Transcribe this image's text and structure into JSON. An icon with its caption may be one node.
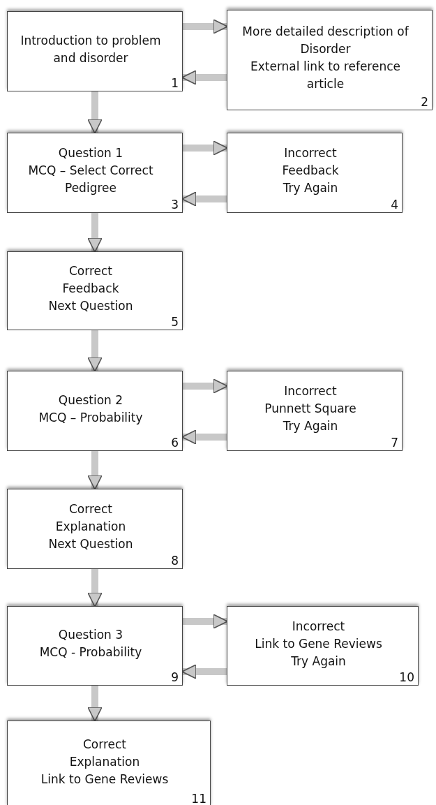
{
  "diagram": {
    "nodes": [
      {
        "text": [
          "Introduction to problem and disorder",
          "1"
        ]
      },
      {
        "text": [
          "More detailed description of Disorder",
          "External link to reference article",
          "2"
        ]
      },
      {
        "text": [
          "Question 1",
          "MCQ – Select Correct Pedigree",
          "3"
        ]
      },
      {
        "text": [
          "Incorrect",
          "Feedback",
          "Try Again",
          "4"
        ]
      },
      {
        "text": [
          "Correct",
          "Feedback",
          "Next Question",
          "5"
        ]
      },
      {
        "text": [
          "Question 2",
          "MCQ – Probability",
          "6"
        ]
      },
      {
        "text": [
          "Incorrect",
          "Punnett Square",
          "Try Again",
          "7"
        ]
      },
      {
        "text": [
          "Correct",
          "Explanation",
          "Next Question",
          "8"
        ]
      },
      {
        "text": [
          "Question 3",
          "MCQ - Probability",
          "9"
        ]
      },
      {
        "text": [
          "Incorrect",
          "Link to Gene Reviews",
          "Try Again",
          "10"
        ]
      },
      {
        "text": [
          "Correct",
          "Explanation",
          "Link to Gene Reviews",
          "11"
        ]
      }
    ],
    "edges": [
      {
        "from": 0,
        "to": 1,
        "arrow": "to"
      },
      {
        "from": 1,
        "to": 0,
        "arrow": "to"
      },
      {
        "from": 0,
        "to": 2,
        "arrow": "to"
      },
      {
        "from": 2,
        "to": 3,
        "arrow": "to"
      },
      {
        "from": 3,
        "to": 2,
        "arrow": "to"
      },
      {
        "from": 2,
        "to": 4,
        "arrow": "to"
      },
      {
        "from": 4,
        "to": 5,
        "arrow": "to"
      },
      {
        "from": 5,
        "to": 6,
        "arrow": "to"
      },
      {
        "from": 6,
        "to": 5,
        "arrow": "to"
      },
      {
        "from": 5,
        "to": 7,
        "arrow": "to"
      },
      {
        "from": 7,
        "to": 8,
        "arrow": "to"
      },
      {
        "from": 8,
        "to": 9,
        "arrow": "to"
      },
      {
        "from": 9,
        "to": 8,
        "arrow": "to"
      },
      {
        "from": 8,
        "to": 10,
        "arrow": "to"
      }
    ]
  }
}
